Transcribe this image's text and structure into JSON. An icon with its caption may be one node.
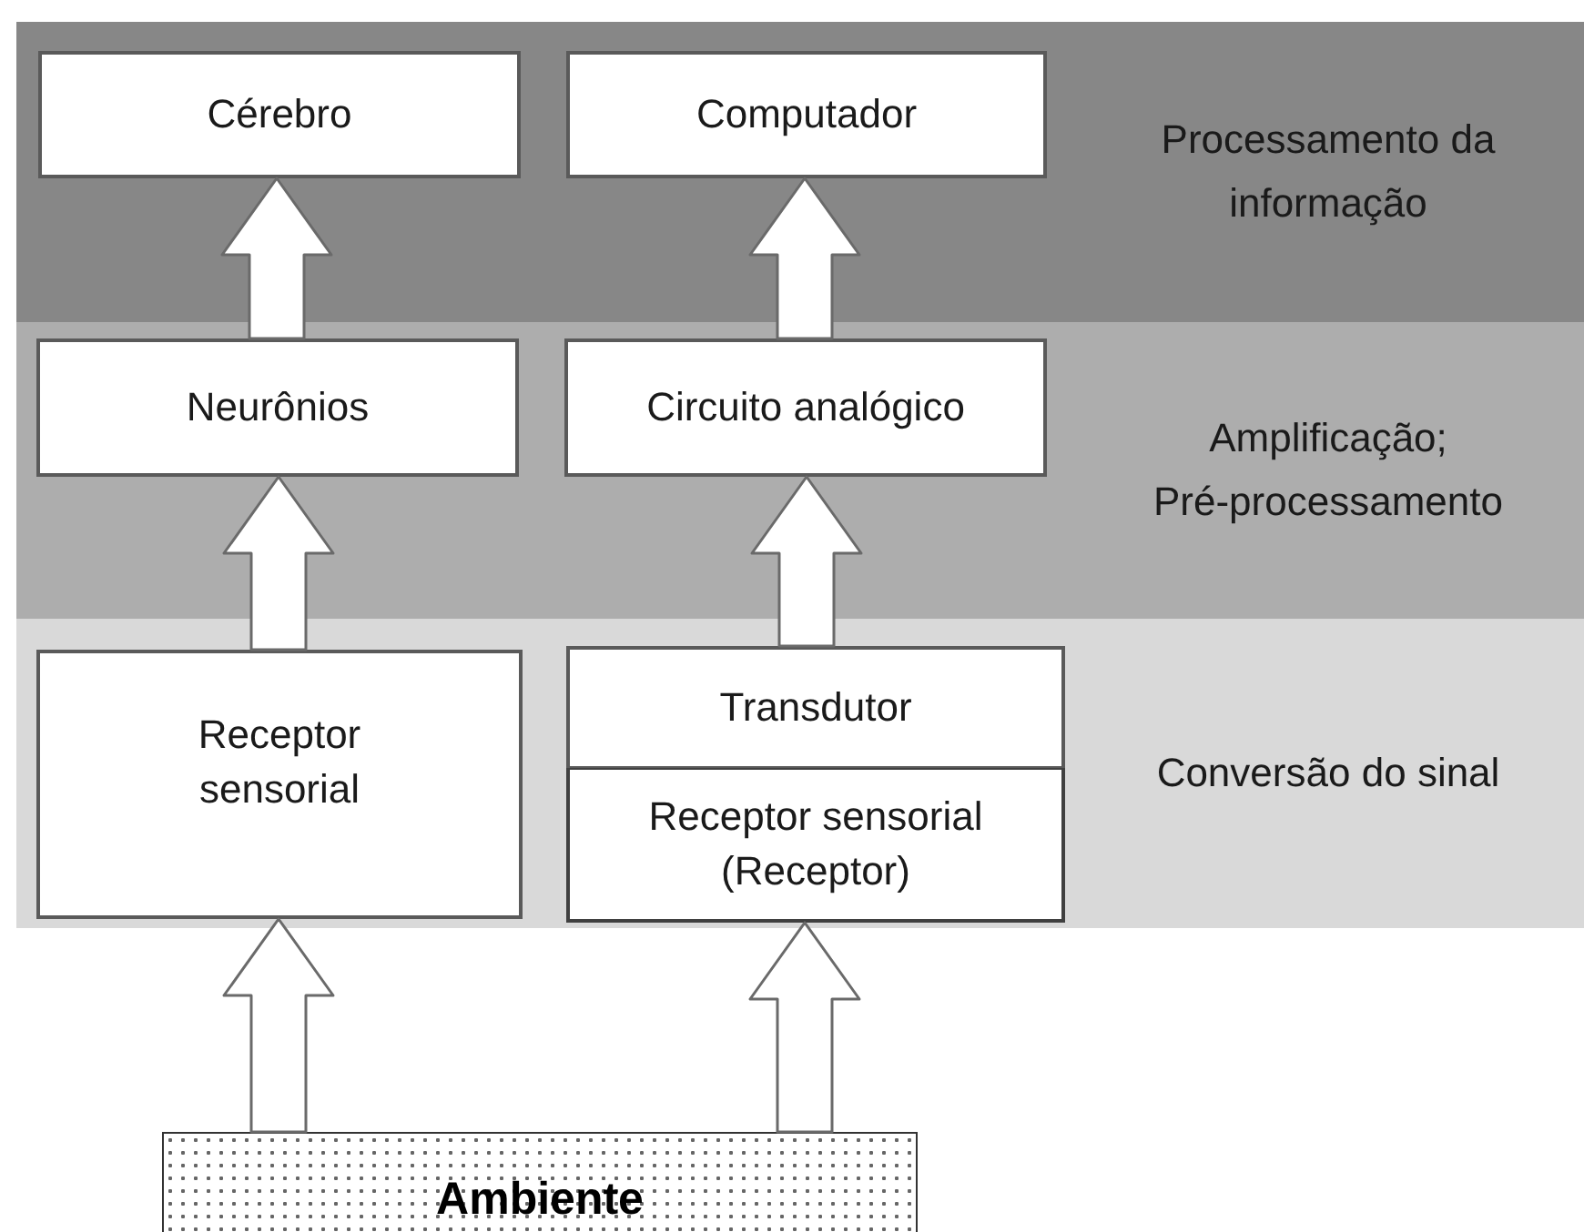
{
  "diagram": {
    "nodes": [
      {
        "text": [
          "Processamento da informação"
        ]
      },
      {
        "text": [
          "Cérebro"
        ],
        "in": 0
      },
      {
        "text": [
          "Computador"
        ],
        "in": 0
      },
      {
        "text": [
          "Amplificação; Pré-processamento"
        ]
      },
      {
        "text": [
          "Neurônios"
        ],
        "in": 3
      },
      {
        "text": [
          "Circuito analógico"
        ],
        "in": 3
      },
      {
        "text": [
          "Conversão do sinal"
        ]
      },
      {
        "text": [
          "Receptor sensorial"
        ],
        "in": 6
      },
      {
        "text": [
          "Transdutor"
        ],
        "in": 6
      },
      {
        "text": [
          "Receptor sensorial (Receptor)"
        ],
        "in": 6
      },
      {
        "text": [
          "Ambiente"
        ]
      }
    ],
    "edges": [
      {
        "from": 4,
        "to": 1,
        "arrow": "to"
      },
      {
        "from": 5,
        "to": 2,
        "arrow": "to"
      },
      {
        "from": 7,
        "to": 4,
        "arrow": "to"
      },
      {
        "from": 8,
        "to": 5,
        "arrow": "to"
      },
      {
        "from": 10,
        "to": 7,
        "arrow": "to"
      },
      {
        "from": 10,
        "to": 9,
        "arrow": "to"
      }
    ]
  }
}
